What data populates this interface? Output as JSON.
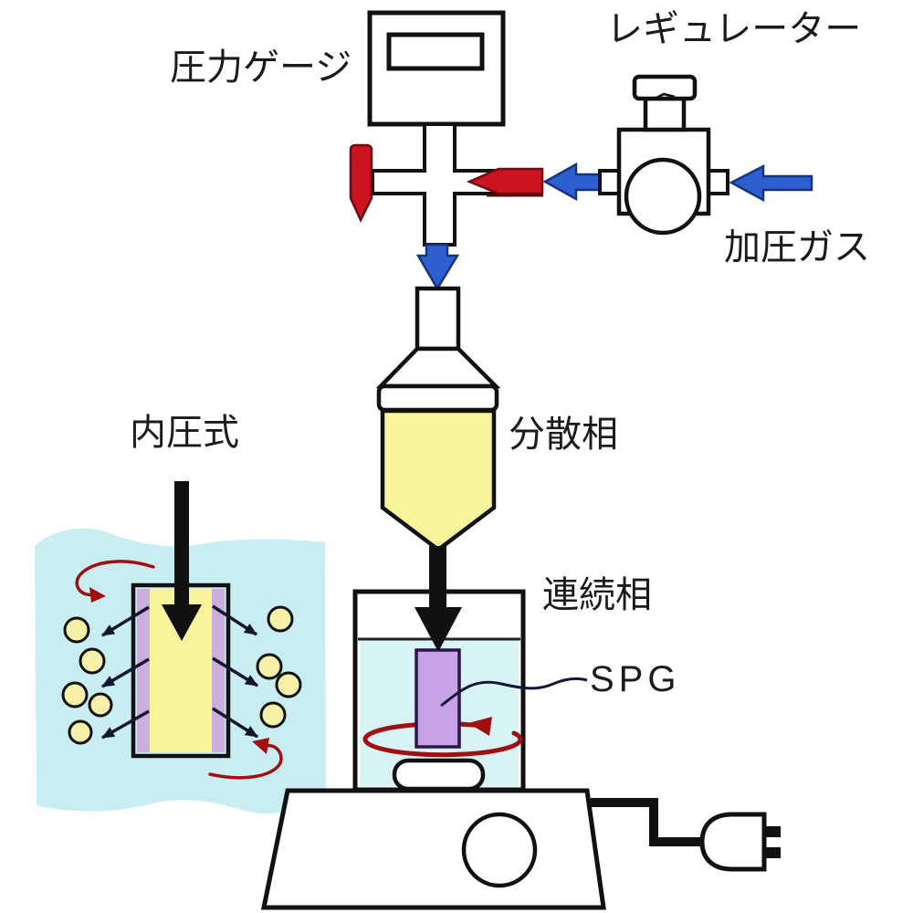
{
  "diagram": {
    "type": "SPG membrane emulsification apparatus (internal pressure type)",
    "labels": {
      "pressure_gauge": "圧力ゲージ",
      "regulator": "レギュレーター",
      "pressurized_gas": "加圧ガス",
      "internal_pressure_type": "内圧式",
      "dispersed_phase": "分散相",
      "continuous_phase": "連続相",
      "spg": "SPG"
    },
    "colors": {
      "outline": "#111111",
      "dispersed_phase_yellow": "#F8F49C",
      "droplet_yellow": "#F7F0A8",
      "spg_membrane_purple": "#C7A2E6",
      "detail_membrane_purple": "#CBAEDF",
      "continuous_phase_cyan": "#D8F3F6",
      "detail_background_cyan": "#C8EEF2",
      "gas_arrow_blue": "#2E5FD0",
      "gas_arrow_blue_border": "#16337E",
      "valve_arrow_red": "#CC1420",
      "rotation_arrow_dark_red": "#A01010",
      "label_text": "#1B1B1B"
    }
  }
}
